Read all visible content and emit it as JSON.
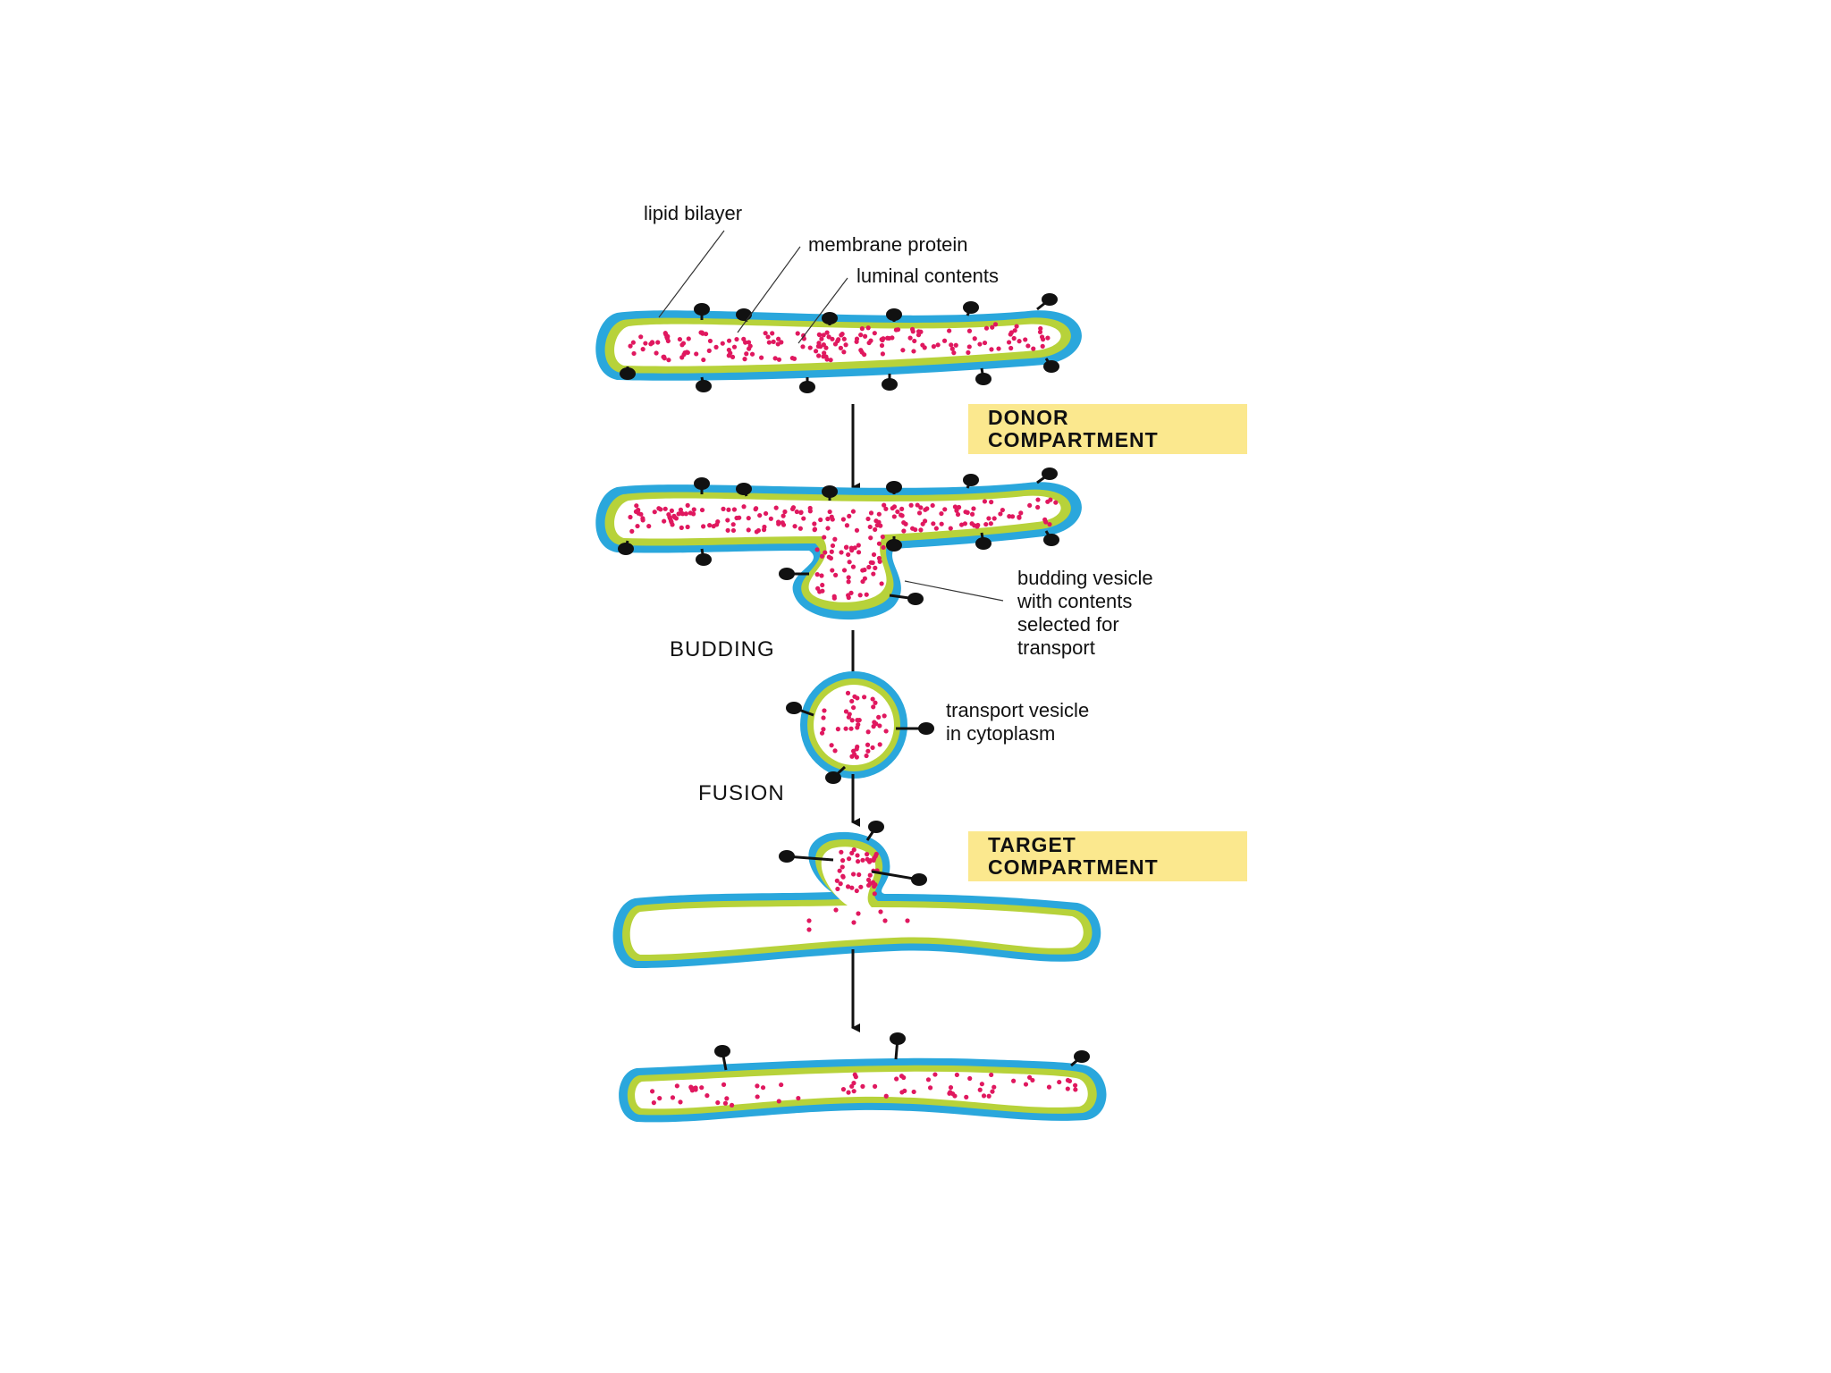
{
  "labels": {
    "lipid_bilayer": "lipid bilayer",
    "membrane_protein": "membrane protein",
    "luminal_contents": "luminal contents",
    "budding_vesicle": [
      "budding vesicle",
      "with contents",
      "selected for",
      "transport"
    ],
    "transport_vesicle": [
      "transport vesicle",
      "in cytoplasm"
    ]
  },
  "stages": {
    "budding": "BUDDING",
    "fusion": "FUSION"
  },
  "boxes": {
    "donor": [
      "DONOR",
      "COMPARTMENT"
    ],
    "target": [
      "TARGET",
      "COMPARTMENT"
    ]
  },
  "colors": {
    "outer_membrane": "#2aa7dc",
    "inner_membrane": "#b7d23a",
    "lumen": "#ffffff",
    "cargo": "#e0185f",
    "protein": "#111111",
    "label_box": "#fbe88e"
  },
  "icons": {
    "arrow": "down-arrow-icon",
    "protein": "membrane-protein-icon",
    "cargo": "cargo-dot-icon"
  }
}
